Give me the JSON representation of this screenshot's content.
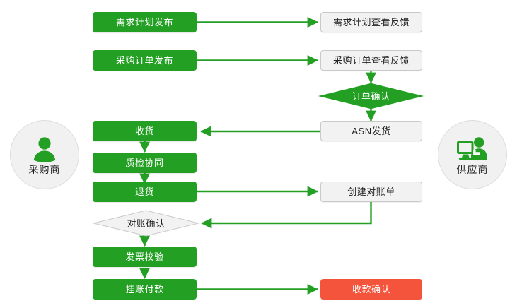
{
  "diagram": {
    "title": "",
    "colors": {
      "green": "#23a024",
      "red": "#f4543c",
      "plain_fill": "#f2f2f2",
      "plain_border": "#c9c9c9",
      "arrow": "#23a024",
      "actor_fill": "#f1f1f1",
      "actor_border": "#dcdcdc"
    },
    "actors": [
      {
        "id": "buyer",
        "label": "采购商",
        "icon": "person-icon",
        "side": "left"
      },
      {
        "id": "supplier",
        "label": "供应商",
        "icon": "person-at-computer-icon",
        "side": "right"
      }
    ],
    "nodes": [
      {
        "id": "demand_plan_publish",
        "label": "需求计划发布",
        "shape": "rect",
        "style": "green",
        "lane": "buyer"
      },
      {
        "id": "demand_plan_feedback",
        "label": "需求计划查看反馈",
        "shape": "rect",
        "style": "plain",
        "lane": "supplier"
      },
      {
        "id": "po_publish",
        "label": "采购订单发布",
        "shape": "rect",
        "style": "green",
        "lane": "buyer"
      },
      {
        "id": "po_feedback",
        "label": "采购订单查看反馈",
        "shape": "rect",
        "style": "plain",
        "lane": "supplier"
      },
      {
        "id": "order_confirm",
        "label": "订单确认",
        "shape": "diamond",
        "style": "green",
        "lane": "supplier"
      },
      {
        "id": "asn_shipment",
        "label": "ASN发货",
        "shape": "rect",
        "style": "plain",
        "lane": "supplier"
      },
      {
        "id": "receive_goods",
        "label": "收货",
        "shape": "rect",
        "style": "green",
        "lane": "buyer"
      },
      {
        "id": "qc_collab",
        "label": "质检协同",
        "shape": "rect",
        "style": "green",
        "lane": "buyer"
      },
      {
        "id": "return_goods",
        "label": "退货",
        "shape": "rect",
        "style": "green",
        "lane": "buyer"
      },
      {
        "id": "create_statement",
        "label": "创建对账单",
        "shape": "rect",
        "style": "plain",
        "lane": "supplier"
      },
      {
        "id": "statement_confirm",
        "label": "对账确认",
        "shape": "diamond",
        "style": "plain",
        "lane": "buyer"
      },
      {
        "id": "invoice_check",
        "label": "发票校验",
        "shape": "rect",
        "style": "green",
        "lane": "buyer"
      },
      {
        "id": "payable_payment",
        "label": "挂账付款",
        "shape": "rect",
        "style": "green",
        "lane": "buyer"
      },
      {
        "id": "receipt_confirm",
        "label": "收款确认",
        "shape": "rect",
        "style": "red",
        "lane": "supplier"
      }
    ],
    "edges": [
      {
        "from": "demand_plan_publish",
        "to": "demand_plan_feedback",
        "direction": "right"
      },
      {
        "from": "po_publish",
        "to": "po_feedback",
        "direction": "right"
      },
      {
        "from": "po_feedback",
        "to": "order_confirm",
        "direction": "down"
      },
      {
        "from": "order_confirm",
        "to": "asn_shipment",
        "direction": "down"
      },
      {
        "from": "asn_shipment",
        "to": "receive_goods",
        "direction": "left"
      },
      {
        "from": "receive_goods",
        "to": "qc_collab",
        "direction": "down"
      },
      {
        "from": "qc_collab",
        "to": "return_goods",
        "direction": "down"
      },
      {
        "from": "return_goods",
        "to": "create_statement",
        "direction": "right"
      },
      {
        "from": "create_statement",
        "to": "statement_confirm",
        "direction": "down-left"
      },
      {
        "from": "statement_confirm",
        "to": "invoice_check",
        "direction": "down"
      },
      {
        "from": "invoice_check",
        "to": "payable_payment",
        "direction": "down"
      },
      {
        "from": "payable_payment",
        "to": "receipt_confirm",
        "direction": "right"
      }
    ]
  }
}
